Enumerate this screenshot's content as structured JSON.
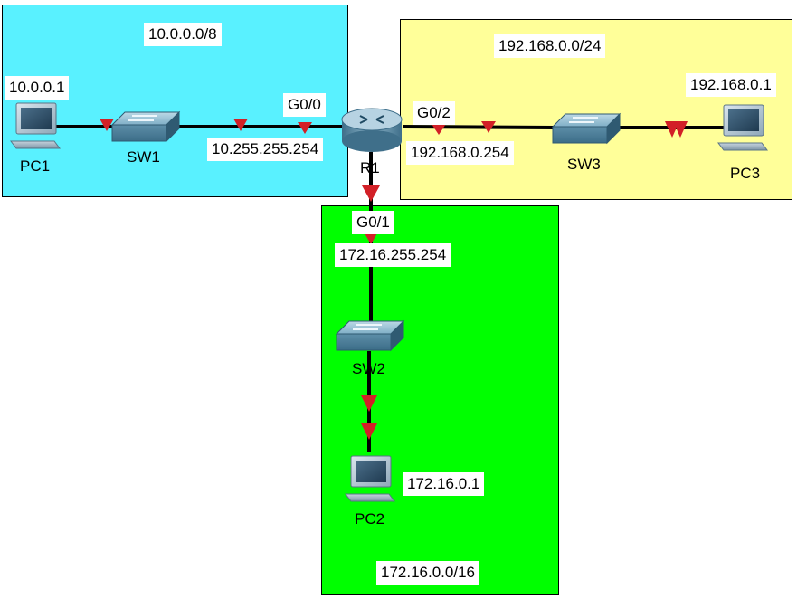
{
  "colors": {
    "zone_left": "#59f1ff",
    "zone_right": "#ffff99",
    "zone_bottom": "#00ff00",
    "link": "#000000",
    "link_marker": "#d22027"
  },
  "zones": {
    "left": {
      "network": "10.0.0.0/8"
    },
    "right": {
      "network": "192.168.0.0/24"
    },
    "bottom": {
      "network": "172.16.0.0/16"
    }
  },
  "devices": {
    "pc1": {
      "name": "PC1",
      "ip": "10.0.0.1",
      "icon": "pc-icon"
    },
    "sw1": {
      "name": "SW1",
      "icon": "switch-icon"
    },
    "r1": {
      "name": "R1",
      "icon": "router-icon"
    },
    "sw2": {
      "name": "SW2",
      "icon": "switch-icon"
    },
    "pc2": {
      "name": "PC2",
      "ip": "172.16.0.1",
      "icon": "pc-icon"
    },
    "sw3": {
      "name": "SW3",
      "icon": "switch-icon"
    },
    "pc3": {
      "name": "PC3",
      "ip": "192.168.0.1",
      "icon": "pc-icon"
    }
  },
  "interfaces": {
    "g00": {
      "name": "G0/0",
      "ip": "10.255.255.254"
    },
    "g01": {
      "name": "G0/1",
      "ip": "172.16.255.254"
    },
    "g02": {
      "name": "G0/2",
      "ip": "192.168.0.254"
    }
  }
}
